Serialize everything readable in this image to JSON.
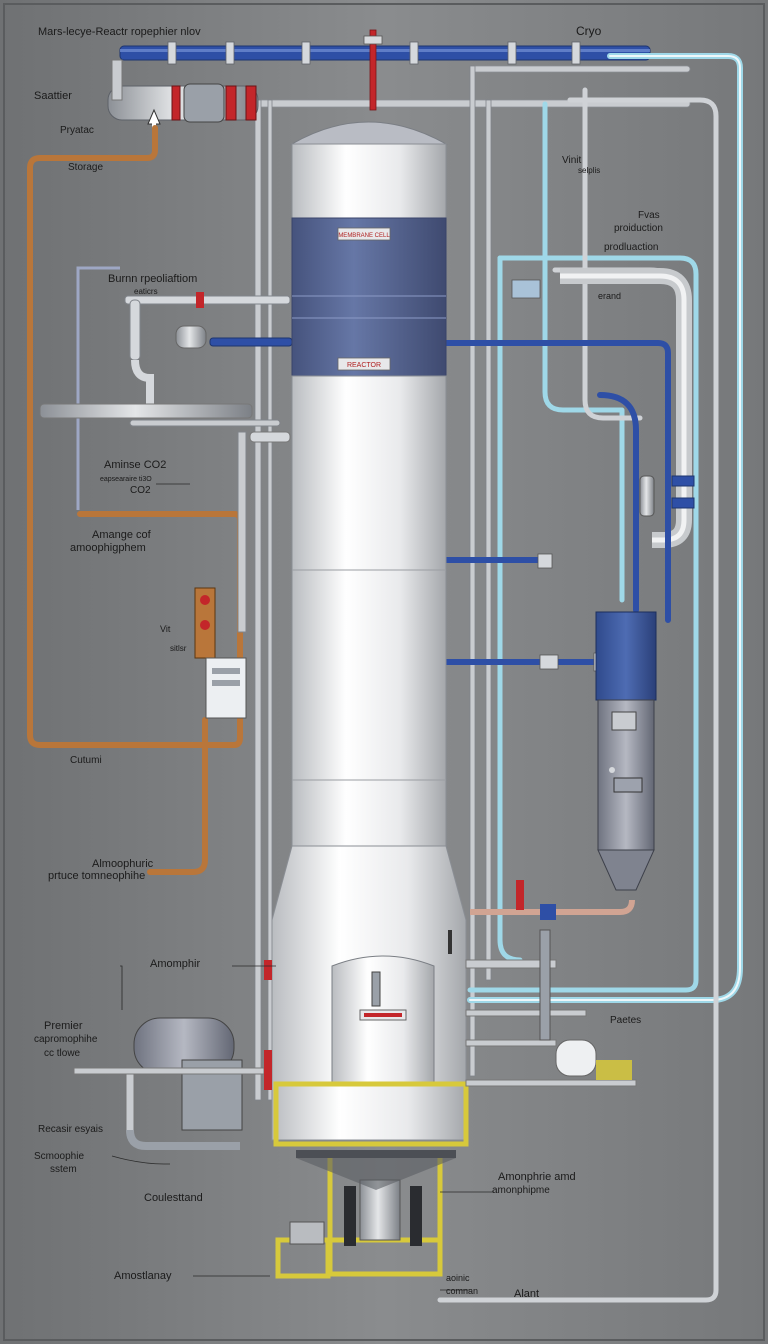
{
  "labels": {
    "title": "Mars-lecye-Reactr ropephier nlov",
    "cryo": "Cryo",
    "saattier": "Saattier",
    "pryatac": "Pryatac",
    "storage": "Storage",
    "burnn_line1": "Burnn rpeoliaftiom",
    "burnn_line2": "eaticrs",
    "vinit_line1": "Vinit",
    "vinit_line2": "selplis",
    "fvas_line1": "Fvas",
    "fvas_line2": "proiduction",
    "fvas_line3": "prodluaction",
    "erand": "erand",
    "aminse_line1": "Aminse CO2",
    "aminse_line2": "eapsearaire ti3O",
    "aminse_line3": "CO2",
    "amange_line1": "Amange cof",
    "amange_line2": "amoophigphem",
    "vit_line1": "Vit",
    "vit_line2": "sitlsr",
    "cutumi": "Cutumi",
    "atmo_line1": "Almoophuric",
    "atmo_line2": "prtuce tomneophihe",
    "amomphir": "Amomphir",
    "premier_line1": "Premier",
    "premier_line2": "capromophihe",
    "premier_line3": "cc tlowe",
    "recasir": "Recasir esyais",
    "scmophie_line1": "Scmoophie",
    "scmophie_line2": "sstem",
    "coulesttand": "Coulesttand",
    "amonphie_line1": "Amonphrie amd",
    "amonphie_line2": "amonphipme",
    "amostlanay": "Amostlanay",
    "alant": "Alant",
    "amonic_line1": "aoinic",
    "amonic_line2": "comnan",
    "paetes": "Paetes"
  },
  "tank_tags": [
    "MEMBRANE CELL",
    "REACTOR"
  ],
  "colors": {
    "background": "#7e8082",
    "tank_band": "#5b6a96",
    "pipe_blue": "#2e4fa6",
    "pipe_cyan": "#9fd8e8",
    "pipe_copper": "#b9763a",
    "valve_red": "#c3262a",
    "frame_yellow": "#d7c93b"
  }
}
